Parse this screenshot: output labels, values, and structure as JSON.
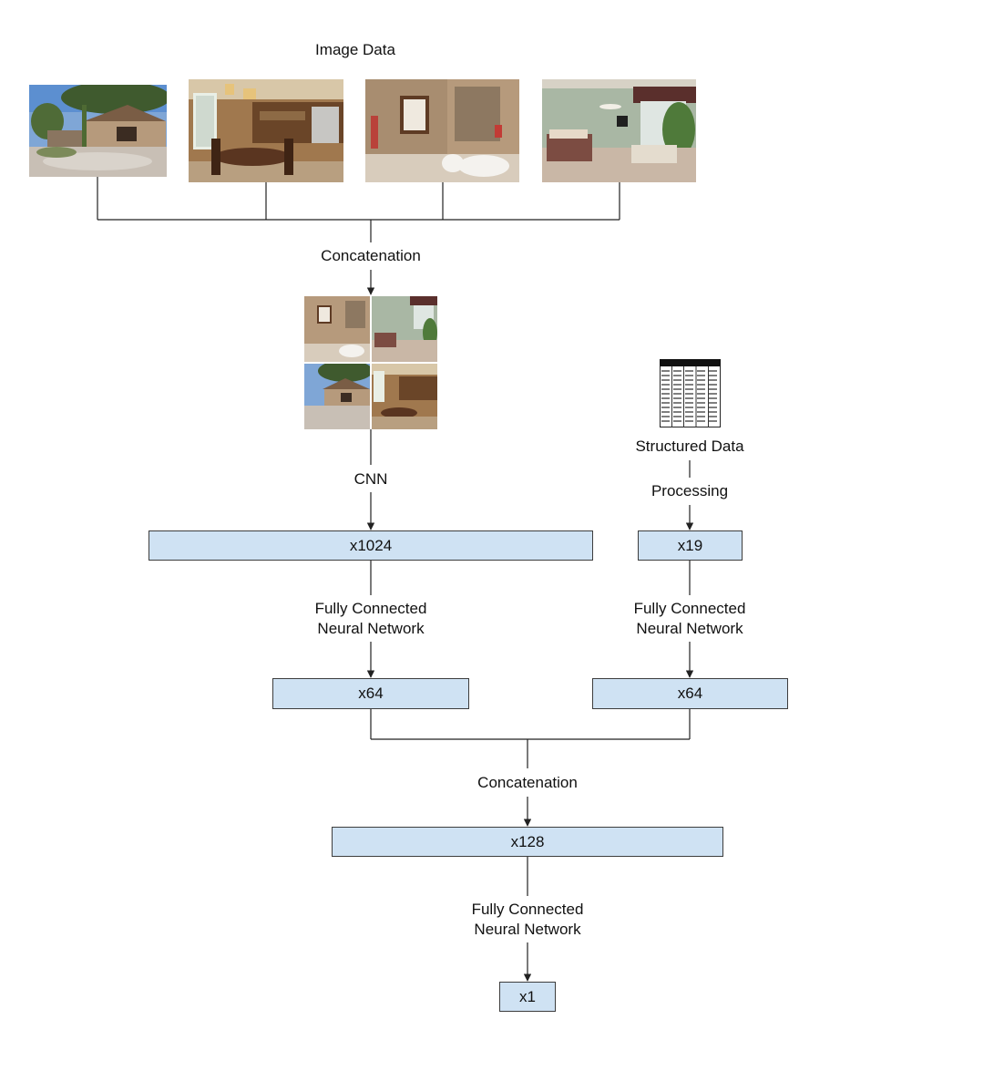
{
  "labels": {
    "image_data": "Image Data",
    "concat_top": "Concatenation",
    "cnn": "CNN",
    "structured_data": "Structured Data",
    "processing": "Processing",
    "fc_left": "Fully Connected\nNeural Network",
    "fc_right": "Fully Connected\nNeural Network",
    "concat_bottom": "Concatenation",
    "fc_bottom": "Fully Connected\nNeural Network"
  },
  "boxes": {
    "cnn_out": "x1024",
    "struct_in": "x19",
    "left_dense": "x64",
    "right_dense": "x64",
    "merged": "x128",
    "output": "x1"
  },
  "images": [
    {
      "name": "house-exterior-photo",
      "scene": "exterior"
    },
    {
      "name": "kitchen-dining-photo",
      "scene": "kitchen"
    },
    {
      "name": "bathroom-photo",
      "scene": "bathroom"
    },
    {
      "name": "bedroom-photo",
      "scene": "bedroom"
    }
  ],
  "colors": {
    "box_fill": "#cfe2f3",
    "box_border": "#3d3d3d",
    "line": "#222222"
  },
  "icons": {
    "structured_data": "table-icon"
  }
}
